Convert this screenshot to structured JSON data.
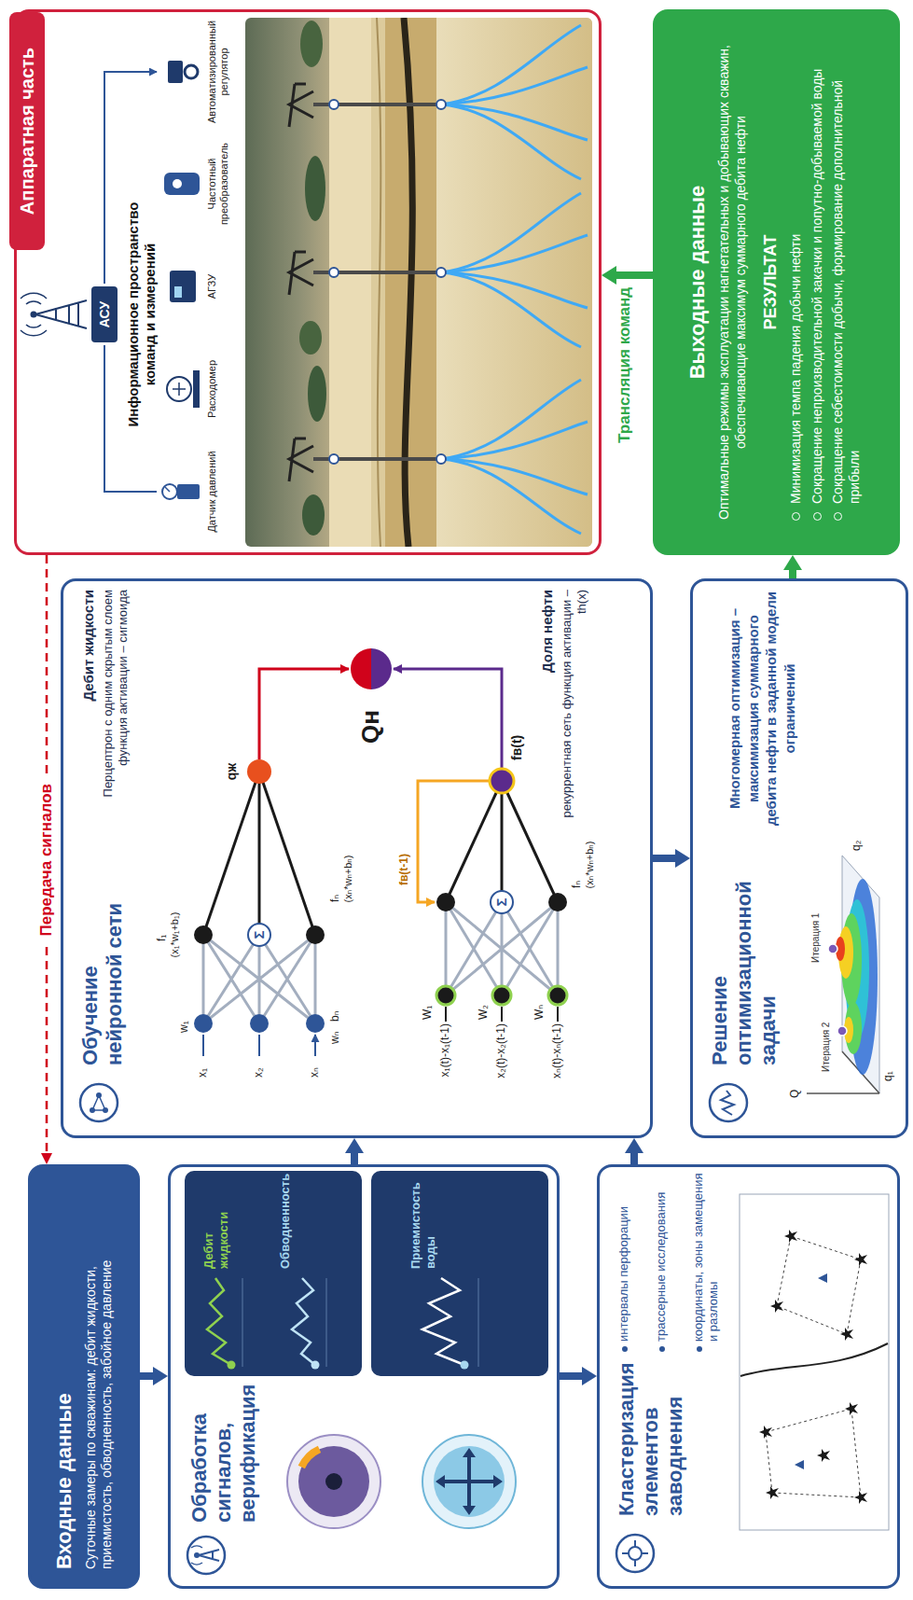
{
  "diagram": {
    "nodes": [
      {
        "text": [
          "Входные данные",
          "Суточные замеры по скважинам: дебит жидкости, приемистость, обводненность, забойное давление"
        ]
      },
      {
        "text": [
          "Обработка сигналов, верификация"
        ]
      },
      {
        "text": [
          "Дебит жидкости",
          "Обводненность"
        ],
        "in": 1
      },
      {
        "text": [
          "Приемистость воды"
        ],
        "in": 1
      },
      {
        "text": [
          "Кластеризация элементов заводнения",
          "интервалы перфорации",
          "трассерные исследования",
          "координаты, зоны замещения и разломы"
        ]
      },
      {
        "text": [
          "Обучение нейронной сети",
          "Дебит жидкости",
          "Перцептрон с одним скрытым слоем функция активации – сигмоида",
          "Доля нефти",
          "рекуррентная сеть функция активации – th(x)"
        ]
      },
      {
        "text": [
          "Решение оптимизационной задачи",
          "Многомерная оптимизация – максимизация суммарного дебита нефти в заданной модели ограничений"
        ]
      },
      {
        "text": [
          "Аппаратная часть",
          "Информационное пространство команд и измерений"
        ]
      },
      {
        "text": [
          "АСУ"
        ],
        "in": 7
      },
      {
        "text": [
          "Выходные данные",
          "Оптимальные режимы эксплуатации нагнетательных и добывающих скважин, обеспечивающие максимум суммарного дебита нефти",
          "РЕЗУЛЬТАТ",
          "Минимизация темпа падения добычи нефти",
          "Сокращение непроизводительной закачки и попутно-добываемой воды",
          "Сокращение себестоимости добычи, формирование дополнительной прибыли"
        ]
      }
    ],
    "edges": [
      {
        "from": 7,
        "to": 0,
        "arrow": "to",
        "label": "Передача сигналов"
      },
      {
        "from": 0,
        "to": 1,
        "arrow": "to"
      },
      {
        "from": 1,
        "to": 4,
        "arrow": "to"
      },
      {
        "from": 1,
        "to": 5,
        "arrow": "to"
      },
      {
        "from": 4,
        "to": 5,
        "arrow": "to"
      },
      {
        "from": 5,
        "to": 6,
        "arrow": "to"
      },
      {
        "from": 6,
        "to": 9,
        "arrow": "to"
      },
      {
        "from": 9,
        "to": 7,
        "arrow": "to",
        "label": "Трансляция команд"
      }
    ],
    "labels": [
      "w₁",
      "x₁",
      "x₂",
      "xₙ",
      "wₙ",
      "bₙ",
      "f₁",
      "(x₁*w₁+b₁)",
      "Σ",
      "fₙ",
      "(xₙ*wₙ+bₙ)",
      "qж",
      "Qн",
      "x₁(t)-x₁(t-1)",
      "x₂(t)-x₂(t-1)",
      "xₙ(t)-xₙ(t-1)",
      "W₁",
      "W₂",
      "Wₙ",
      "Σ",
      "fв(t-1)",
      "fв(t)",
      "fₙ",
      "(xₙ*wₙ+bₙ)",
      "Итерация 1",
      "Итерация 2",
      "Q",
      "q₁",
      "q₂",
      "Датчик давлений",
      "Расходомер",
      "АГЗУ",
      "Частотный преобразователь",
      "Автоматизированный регулятор"
    ]
  }
}
